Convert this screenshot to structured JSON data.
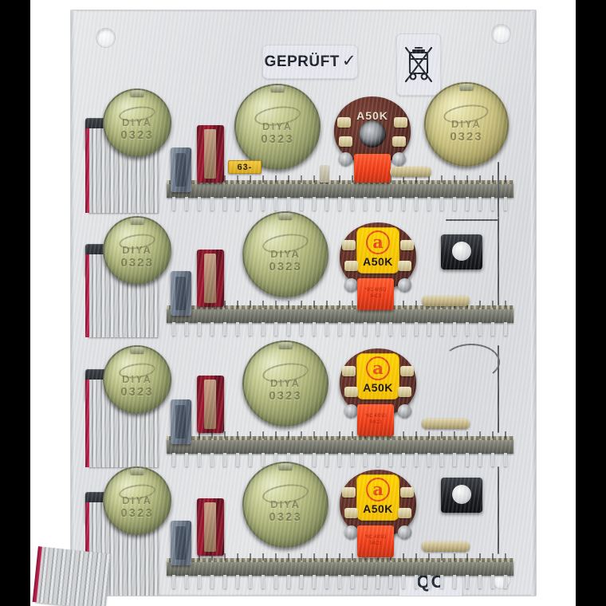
{
  "image": {
    "subject": "vintage electronic module rear panel with four component rows",
    "background_color": "#ffffff",
    "letterbox_color": "#000000",
    "panel_color": "#e4e5e8"
  },
  "panel": {
    "mount_holes": 4,
    "stickers": [
      {
        "name": "gepruft",
        "text": "GEPRÜFT",
        "mark": "✓",
        "color": "#e7e9ef"
      },
      {
        "name": "weee",
        "text": "",
        "symbol": "crossed-out-wheelie-bin",
        "color": "#e7e9ef"
      },
      {
        "name": "qc",
        "text": "QC",
        "color": "#e7e9ef"
      }
    ]
  },
  "rows": [
    {
      "index": 1,
      "can_left": {
        "brand": "DIYA",
        "code": "0323"
      },
      "can_mid": {
        "brand": "DIYA",
        "code": "0323"
      },
      "can_right": {
        "brand": "DIYA",
        "code": "0323"
      },
      "pot": {
        "value": "A50K",
        "style": "bare-brown",
        "logo": ""
      },
      "yellow_label": "63-"
    },
    {
      "index": 2,
      "can_left": {
        "brand": "DIYA",
        "code": "0323"
      },
      "can_mid": {
        "brand": "DIYA",
        "code": "0323"
      },
      "pot": {
        "value": "A50K",
        "style": "yellow-tag",
        "logo": "a"
      }
    },
    {
      "index": 3,
      "can_left": {
        "brand": "DIYA",
        "code": "0323"
      },
      "can_mid": {
        "brand": "DIYA",
        "code": "0323"
      },
      "pot": {
        "value": "A50K",
        "style": "yellow-tag",
        "logo": "a"
      }
    },
    {
      "index": 4,
      "can_left": {
        "brand": "DIYA",
        "code": "0323"
      },
      "can_mid": {
        "brand": "DIYA",
        "code": "0323"
      },
      "pot": {
        "value": "A50K",
        "style": "yellow-tag",
        "logo": "a"
      }
    }
  ],
  "ribbon_cables": {
    "count": 4,
    "conductor_color": "#d2d4d6",
    "stripe_color": "#c62a52"
  },
  "colors": {
    "brass": "#c9c07c",
    "maroon": "#5d2d25",
    "yellow_tag": "#ffd400",
    "orange_cap": "#ef3d17",
    "dark_red": "#a01830",
    "rail": "#6e7066"
  }
}
